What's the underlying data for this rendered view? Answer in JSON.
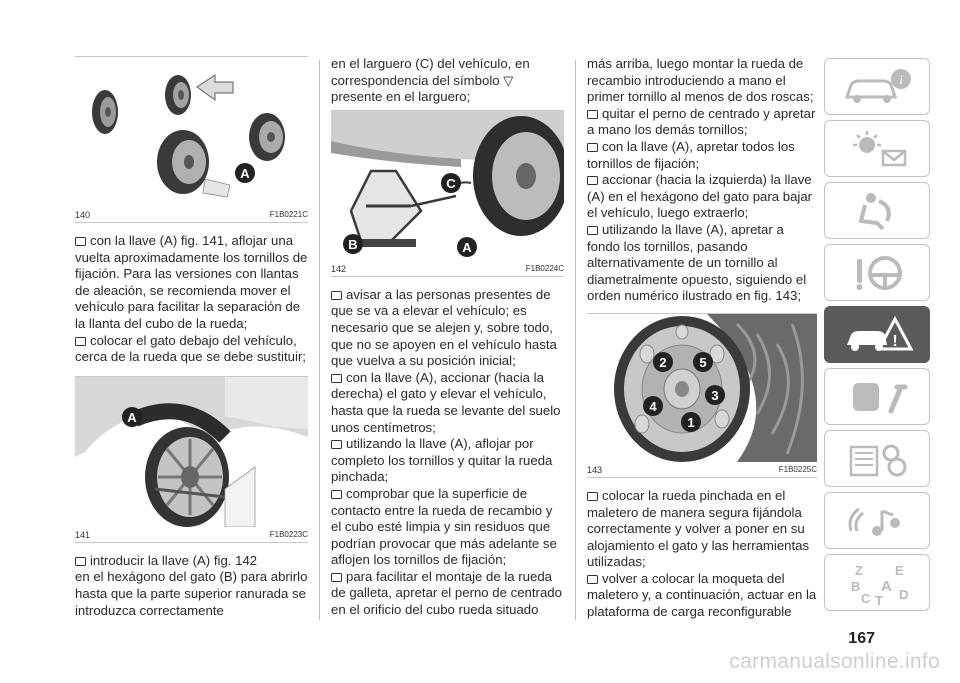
{
  "figures": {
    "fig140": {
      "number": "140",
      "code": "F1B0221C",
      "label_a": "A"
    },
    "fig141": {
      "number": "141",
      "code": "F1B0223C",
      "label_a": "A"
    },
    "fig142": {
      "number": "142",
      "code": "F1B0224C",
      "label_a": "A",
      "label_b": "B",
      "label_c": "C"
    },
    "fig143": {
      "number": "143",
      "code": "F1B0225C",
      "bolts": [
        "1",
        "2",
        "3",
        "4",
        "5"
      ]
    }
  },
  "col1": {
    "item1": "con la llave (A) fig. 141, aflojar una vuelta aproximadamente los tornillos de fijación. Para las versiones con llantas de aleación, se recomienda mover el vehículo para facilitar la separación de la llanta del cubo de la rueda;",
    "item2": "colocar el gato debajo del vehículo, cerca de la rueda que se debe sustituir;",
    "item3_first": "introducir la llave (A) fig. 142",
    "item3_rest": "en el hexágono del gato (B) para abrirlo hasta que la parte superior ranurada se introduzca correctamente"
  },
  "col2": {
    "intro": "en el larguero (C) del vehículo, en correspondencia del símbolo ▽ presente en el larguero;",
    "item1": "avisar a las personas presentes de que se va a elevar el vehículo; es necesario que se alejen y, sobre todo, que no se apoyen en el vehículo hasta que vuelva a su posición inicial;",
    "item2": "con la llave (A), accionar (hacia la derecha) el gato y elevar el vehículo, hasta que la rueda se levante del suelo unos centímetros;",
    "item3": "utilizando la llave (A), aflojar por completo los tornillos y quitar la rueda pinchada;",
    "item4": "comprobar que la superficie de contacto entre la rueda de recambio y el cubo esté limpia y sin residuos que podrían provocar que más adelante se aflojen los tornillos de fijación;",
    "item5": "para facilitar el montaje de la rueda de galleta, apretar el perno de centrado en el orificio del cubo rueda situado"
  },
  "col3": {
    "intro": "más arriba, luego montar la rueda de recambio introduciendo a mano el primer tornillo al menos de dos roscas;",
    "item1": "quitar el perno de centrado y apretar a mano los demás tornillos;",
    "item2": "con la llave (A), apretar todos los tornillos de fijación;",
    "item3": "accionar (hacia la izquierda) la llave (A) en el hexágono del gato para bajar el vehículo, luego extraerlo;",
    "item4": "utilizando la llave (A), apretar a fondo los tornillos, pasando alternativamente de un tornillo al diametralmente opuesto, siguiendo el orden numérico ilustrado en fig. 143;",
    "item5": "colocar la rueda pinchada en el maletero de manera segura fijándola correctamente y volver a poner en su alojamiento el gato y las herramientas utilizadas;",
    "item6": "volver a colocar la moqueta del maletero y, a continuación, actuar en la plataforma de carga reconfigurable"
  },
  "page_number": "167",
  "watermark": "carmanualsonline.info",
  "sidebar": {
    "tabs": [
      "car-info-icon",
      "warning-lights-icon",
      "airbag-seat-icon",
      "steering-wheel-icon",
      "emergency-triangle-icon",
      "wrench-service-icon",
      "technical-data-gears-icon",
      "multimedia-music-icon",
      "index-letters-icon"
    ],
    "index_letters": [
      "Z",
      "E",
      "B",
      "A",
      "C",
      "T",
      "D"
    ],
    "active_index": 4
  },
  "colors": {
    "active_tab": "#5a5a5a",
    "tab_border": "#c4c4c4",
    "badge": "#222222"
  }
}
